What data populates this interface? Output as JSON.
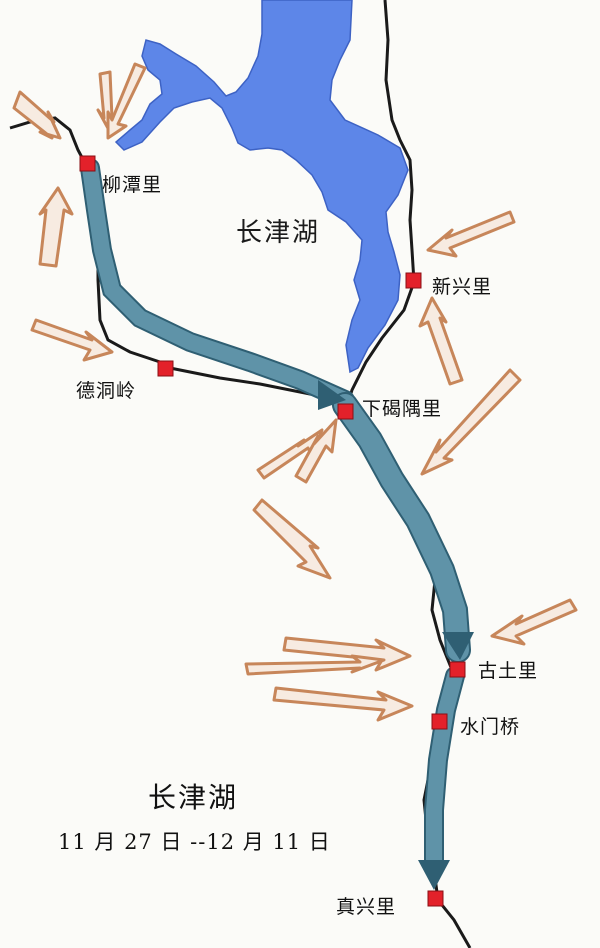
{
  "map": {
    "lake_label": "长津湖",
    "colors": {
      "lake": "#5d86e8",
      "route_arrow": "#4d8197",
      "route_arrow_edge": "#2f5f73",
      "attack_arrow": "#c7865a",
      "attack_arrow_fill": "#f7ebe1",
      "town_marker": "#e3212a",
      "road": "#1a1a1a"
    },
    "places": [
      {
        "id": "liutanli",
        "label": "柳潭里"
      },
      {
        "id": "xinxingli",
        "label": "新兴里"
      },
      {
        "id": "dedongling",
        "label": "德洞岭"
      },
      {
        "id": "xiajieyuli",
        "label": "下碣隅里"
      },
      {
        "id": "gutuli",
        "label": "古土里"
      },
      {
        "id": "shuimenqiao",
        "label": "水门桥"
      },
      {
        "id": "zhenxingli",
        "label": "真兴里"
      }
    ]
  },
  "caption": {
    "title": "长津湖",
    "dates": "11 月 27 日 --12 月 11 日"
  }
}
